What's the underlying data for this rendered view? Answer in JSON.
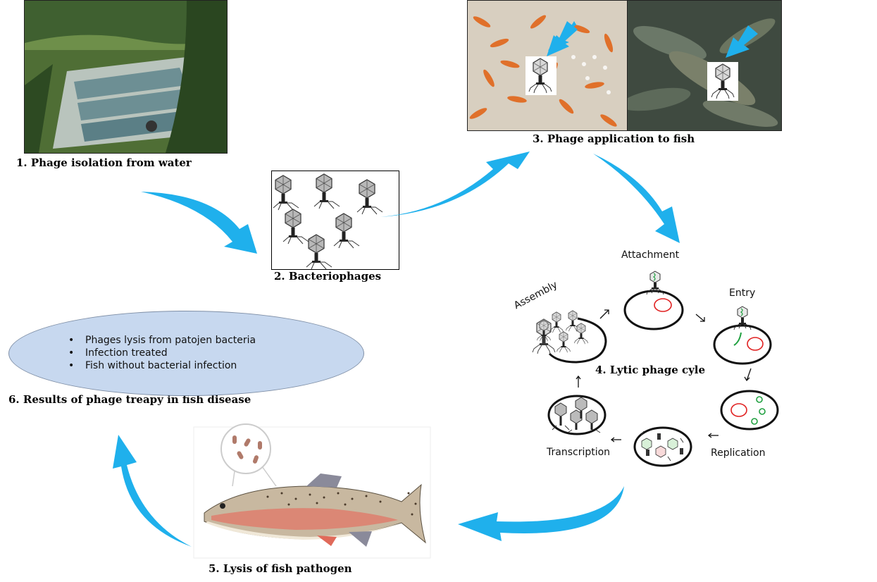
{
  "labels": {
    "step1": "1. Phage isolation from water",
    "step2": "2. Bacteriophages",
    "step3": "3. Phage application  to fish",
    "step4": "4. Lytic phage cyle",
    "step5": "5. Lysis of fish pathogen",
    "step6": "6. Results of phage treapy in fish disease"
  },
  "cycle_stages": {
    "attachment": "Attachment",
    "entry": "Entry",
    "replication": "Replication",
    "transcription": "Transcription",
    "assembly": "Assembly"
  },
  "results": [
    "Phages lysis from patojen bacteria",
    "Infection  treated",
    "Fish without bacterial infection"
  ],
  "colors": {
    "arrow": "#1fb0ec",
    "ellipse_fill": "#c7d8ef",
    "bacteria_dna": "#e02020",
    "phage_dna": "#20a040"
  }
}
